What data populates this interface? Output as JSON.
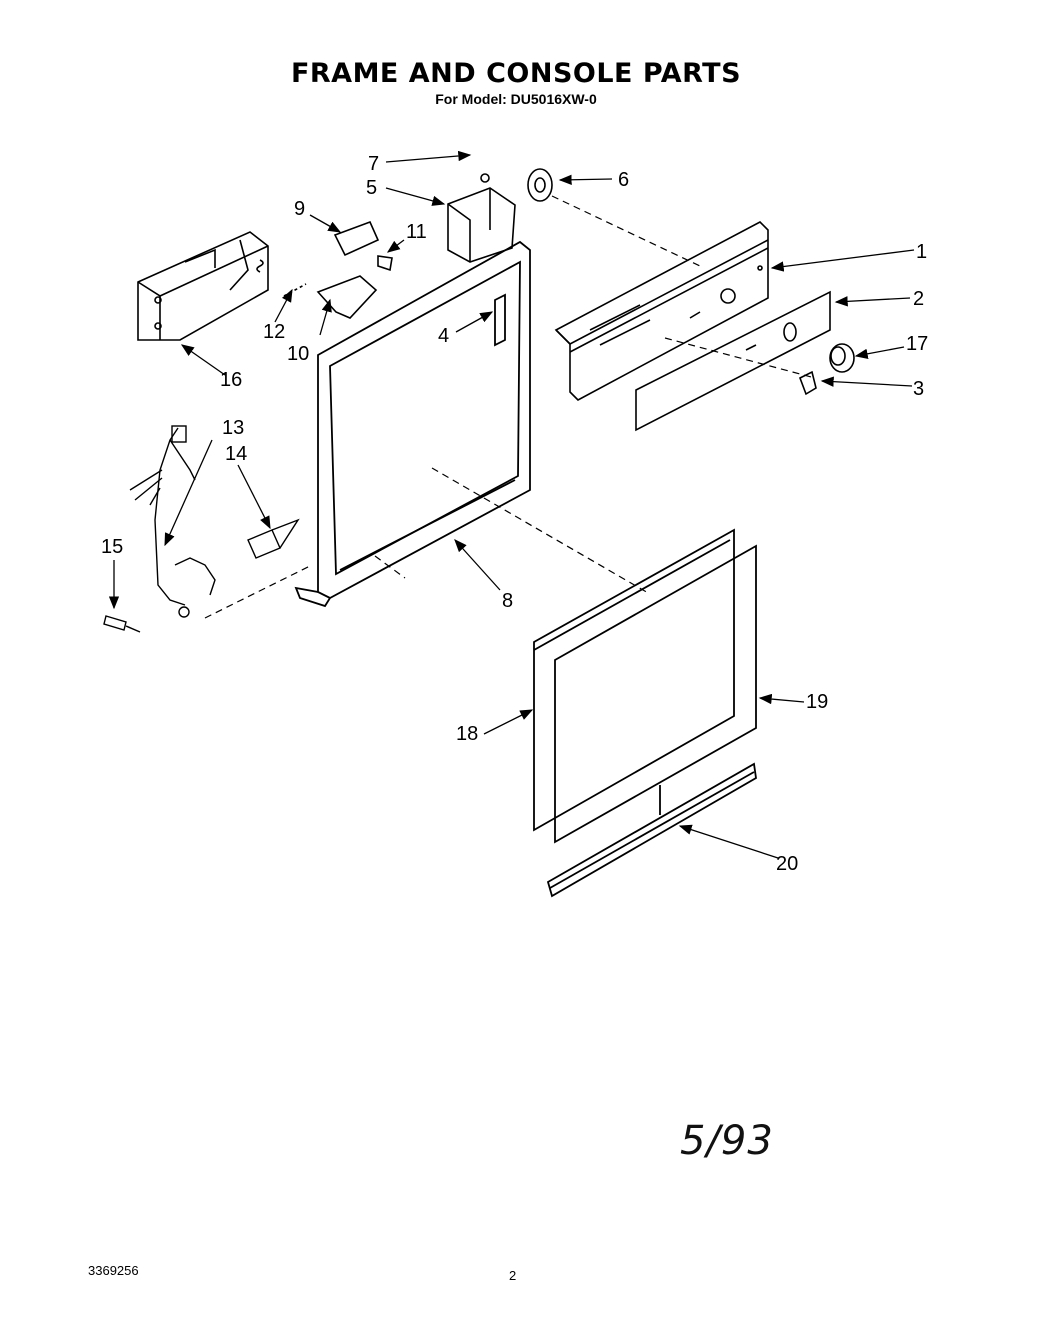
{
  "header": {
    "title": "FRAME AND CONSOLE PARTS",
    "subtitle": "For Model: DU5016XW-0"
  },
  "footer": {
    "document_number": "3369256",
    "page_number": "2",
    "handwritten_date": "5/93"
  },
  "callouts": [
    "1",
    "2",
    "3",
    "4",
    "5",
    "6",
    "7",
    "8",
    "9",
    "10",
    "11",
    "12",
    "13",
    "14",
    "15",
    "16",
    "17",
    "18",
    "19",
    "20"
  ]
}
